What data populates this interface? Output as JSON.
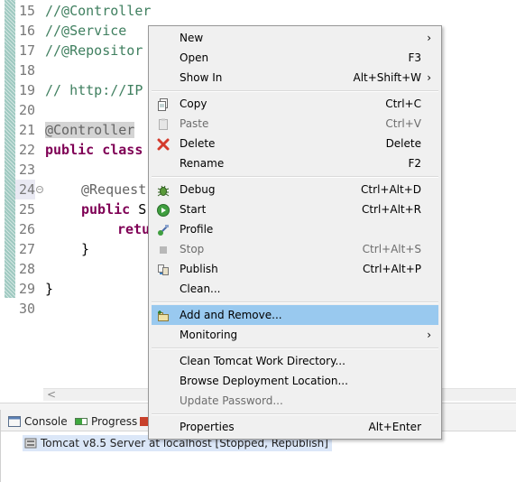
{
  "editor": {
    "lines": [
      {
        "num": "15",
        "text": "//@Controller"
      },
      {
        "num": "16",
        "text": "//@Service"
      },
      {
        "num": "17",
        "text": "//@Repositor"
      },
      {
        "num": "18",
        "text": ""
      },
      {
        "num": "19",
        "text": "// http://IP"
      },
      {
        "num": "20",
        "text": ""
      },
      {
        "num": "21",
        "text": "@Controller"
      },
      {
        "num": "22",
        "text_kw": "public class",
        "text_rest": ""
      },
      {
        "num": "23",
        "text": ""
      },
      {
        "num": "24",
        "text": "@Request"
      },
      {
        "num": "25",
        "text_kw": "public",
        "text_rest": " S"
      },
      {
        "num": "26",
        "text_kw": "retu",
        "text_rest": ""
      },
      {
        "num": "27",
        "text": "}"
      },
      {
        "num": "28",
        "text": ""
      },
      {
        "num": "29",
        "text": "}"
      },
      {
        "num": "30",
        "text": ""
      }
    ],
    "scroll_left_arrow": "<"
  },
  "views": {
    "tabs": [
      {
        "label": "Console"
      },
      {
        "label": "Progress"
      }
    ],
    "server_row": "Tomcat v8.5 Server at localhost  [Stopped, Republish]"
  },
  "menu": {
    "items": [
      {
        "label": "New",
        "shortcut": "",
        "submenu": true,
        "icon": "",
        "disabled": false
      },
      {
        "label": "Open",
        "shortcut": "F3",
        "submenu": false,
        "icon": "",
        "disabled": false
      },
      {
        "label": "Show In",
        "shortcut": "Alt+Shift+W",
        "submenu": true,
        "icon": "",
        "disabled": false
      },
      {
        "label": "Copy",
        "shortcut": "Ctrl+C",
        "submenu": false,
        "icon": "copy-icon",
        "disabled": false
      },
      {
        "label": "Paste",
        "shortcut": "Ctrl+V",
        "submenu": false,
        "icon": "paste-icon",
        "disabled": true
      },
      {
        "label": "Delete",
        "shortcut": "Delete",
        "submenu": false,
        "icon": "delete-icon",
        "disabled": false
      },
      {
        "label": "Rename",
        "shortcut": "F2",
        "submenu": false,
        "icon": "",
        "disabled": false
      },
      {
        "label": "Debug",
        "shortcut": "Ctrl+Alt+D",
        "submenu": false,
        "icon": "debug-icon",
        "disabled": false
      },
      {
        "label": "Start",
        "shortcut": "Ctrl+Alt+R",
        "submenu": false,
        "icon": "start-icon",
        "disabled": false
      },
      {
        "label": "Profile",
        "shortcut": "",
        "submenu": false,
        "icon": "profile-icon",
        "disabled": false
      },
      {
        "label": "Stop",
        "shortcut": "Ctrl+Alt+S",
        "submenu": false,
        "icon": "stop-icon",
        "disabled": true
      },
      {
        "label": "Publish",
        "shortcut": "Ctrl+Alt+P",
        "submenu": false,
        "icon": "publish-icon",
        "disabled": false
      },
      {
        "label": "Clean...",
        "shortcut": "",
        "submenu": false,
        "icon": "",
        "disabled": false
      },
      {
        "label": "Add and Remove...",
        "shortcut": "",
        "submenu": false,
        "icon": "add-remove-icon",
        "disabled": false,
        "selected": true
      },
      {
        "label": "Monitoring",
        "shortcut": "",
        "submenu": true,
        "icon": "",
        "disabled": false
      },
      {
        "label": "Clean Tomcat Work Directory...",
        "shortcut": "",
        "submenu": false,
        "icon": "",
        "disabled": false
      },
      {
        "label": "Browse Deployment Location...",
        "shortcut": "",
        "submenu": false,
        "icon": "",
        "disabled": false
      },
      {
        "label": "Update Password...",
        "shortcut": "",
        "submenu": false,
        "icon": "",
        "disabled": true
      },
      {
        "label": "Properties",
        "shortcut": "Alt+Enter",
        "submenu": false,
        "icon": "",
        "disabled": false
      }
    ],
    "submenu_arrow": "›"
  },
  "colors": {
    "selection": "#99c9ef",
    "comment": "#3f7f5f",
    "keyword": "#7f0055",
    "annotation": "#646464"
  }
}
